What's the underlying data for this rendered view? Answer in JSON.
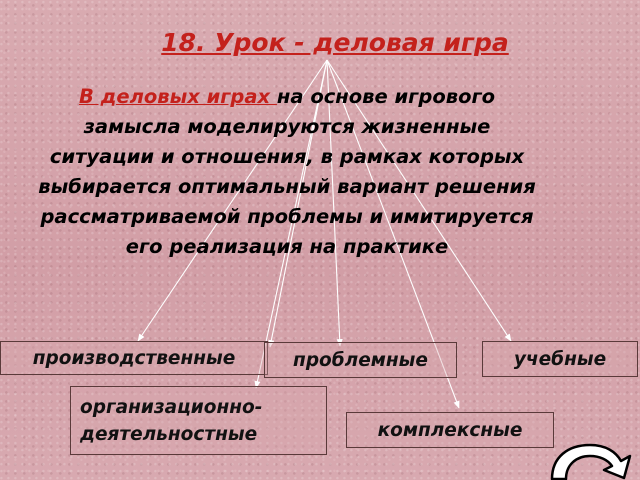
{
  "slide": {
    "title": "18. Урок - деловая игра",
    "definition_term": "В деловых играх ",
    "definition_rest": "на основе игрового замысла моделируются жизненные ситуации и отношения, в рамках которых выбирается оптимальный вариант решения рассматриваемой проблемы и имитируется его реализация на практике"
  },
  "types": {
    "production": "производственные",
    "problem": "проблемные",
    "educational": "учебные",
    "org_activity_line1": "организационно-",
    "org_activity_line2": "деятельностные",
    "complex": "комплексные"
  },
  "nav": {
    "icon": "curved-arrow-icon",
    "colors": {
      "fill": "#ffffff",
      "outline": "#000000"
    }
  },
  "colors": {
    "accent": "#c4211c",
    "background": "#d7a6ad",
    "lines": "#ffffff"
  }
}
